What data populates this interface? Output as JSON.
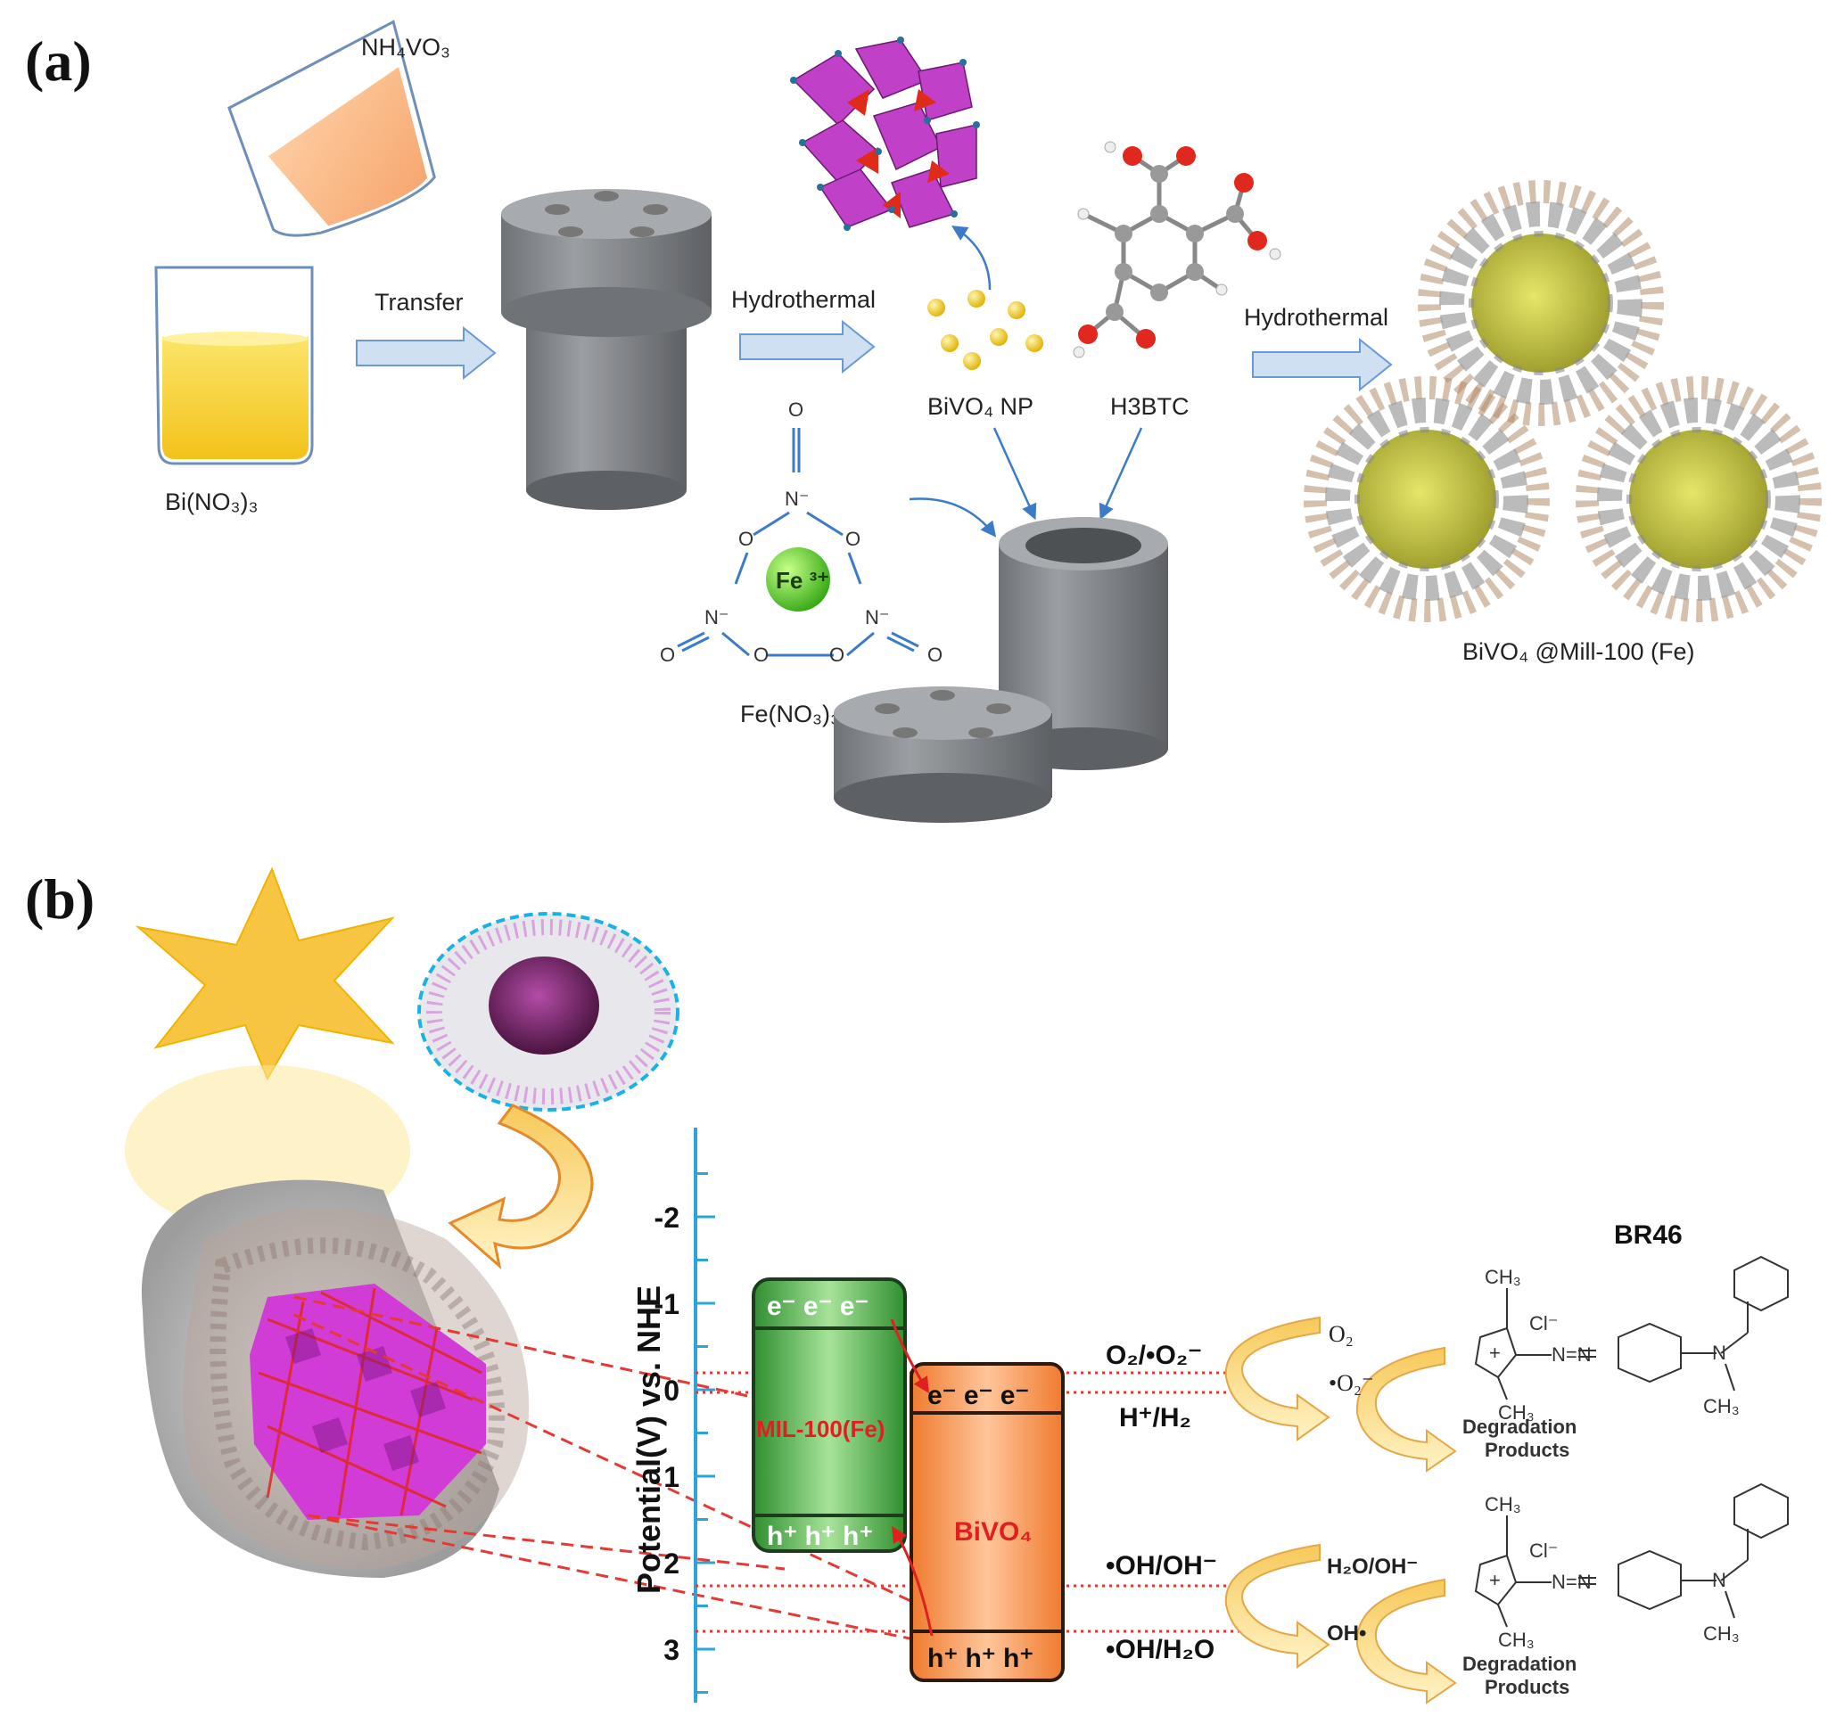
{
  "panel_a": {
    "label": "(a)",
    "nh4vo3": "NH₄VO₃",
    "bino3": "Bi(NO₃)₃",
    "transfer": "Transfer",
    "hydrothermal_1": "Hydrothermal",
    "bivo4_np": "BiVO₄ NP",
    "h3btc": "H3BTC",
    "hydrothermal_2": "Hydrothermal",
    "product": "BiVO₄ @Mill-100 (Fe)",
    "fe_ion": "Fe ³⁺",
    "feno3": "Fe(NO₃)₃",
    "atom_o": "O",
    "atom_n": "N⁻"
  },
  "panel_b": {
    "label": "(b)",
    "axis_title": "Potential(V) vs. NHE",
    "ticks": [
      "-2",
      "-1",
      "0",
      "1",
      "2",
      "3"
    ],
    "mil_label": "MIL-100(Fe)",
    "bivo4_label": "BiVO₄",
    "mil_e": "e⁻  e⁻  e⁻",
    "mil_h": "h⁺ h⁺ h⁺",
    "bivo4_e": "e⁻  e⁻  e⁻",
    "bivo4_h": "h⁺ h⁺ h⁺",
    "couple_o2": "O₂/•O₂⁻",
    "couple_h": "H⁺/H₂",
    "couple_oh": "•OH/OH⁻",
    "couple_oh_h2o": "•OH/H₂O",
    "o2": "O₂",
    "o2_rad": "•O₂⁻",
    "h2o_oh": "H₂O/OH⁻",
    "oh_rad": "OH•",
    "br46": "BR46",
    "degradation": "Degradation",
    "products": "Products",
    "ch3": "CH₃",
    "cl": "Cl⁻",
    "azo": "N=N",
    "n": "N",
    "plus": "+"
  },
  "colors": {
    "mil_green": "#3fae3f",
    "bivo4_orange": "#f0813a",
    "axis_blue": "#2ba4d8",
    "dashed_red": "#e53935",
    "arrow_fill": "#cfe0f3",
    "yellow": "#f7c844"
  }
}
